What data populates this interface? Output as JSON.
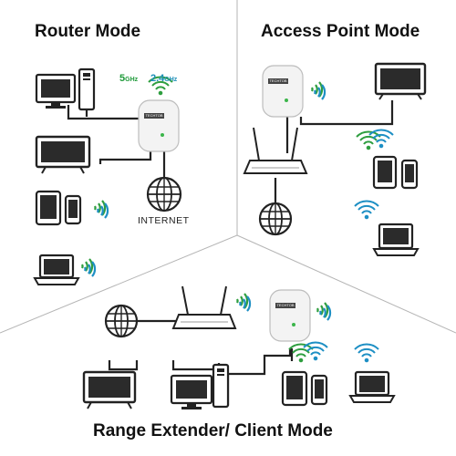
{
  "modes": {
    "router": {
      "title": "Router Mode",
      "internet_label": "INTERNET",
      "band_5": "5",
      "band_5_unit": "GHz",
      "band_24": "2.4",
      "band_24_unit": "GHz"
    },
    "access_point": {
      "title": "Access Point Mode"
    },
    "range_extender": {
      "title": "Range Extender/ Client Mode"
    }
  },
  "device": {
    "brand_label": "TECHTOB"
  },
  "colors": {
    "line": "#222222",
    "wifi_green": "#2e9e3f",
    "wifi_blue": "#1d8fc4",
    "device_body": "#f3f3f3",
    "screen": "#2b2b2b"
  },
  "icons": [
    "monitor-icon",
    "desktop-tower-icon",
    "tv-icon",
    "tablet-icon",
    "phone-icon",
    "laptop-icon",
    "router-icon",
    "extender-icon",
    "globe-icon",
    "wifi-icon"
  ]
}
